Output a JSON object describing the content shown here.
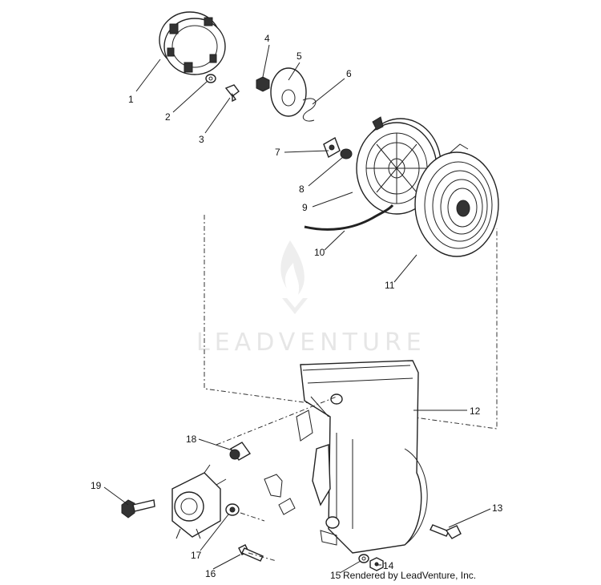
{
  "diagram": {
    "callouts": [
      {
        "id": "c1",
        "number": "1"
      },
      {
        "id": "c2",
        "number": "2"
      },
      {
        "id": "c3",
        "number": "3"
      },
      {
        "id": "c4",
        "number": "4"
      },
      {
        "id": "c5",
        "number": "5"
      },
      {
        "id": "c6",
        "number": "6"
      },
      {
        "id": "c7",
        "number": "7"
      },
      {
        "id": "c8",
        "number": "8"
      },
      {
        "id": "c9",
        "number": "9"
      },
      {
        "id": "c10",
        "number": "10"
      },
      {
        "id": "c11",
        "number": "11"
      },
      {
        "id": "c12",
        "number": "12"
      },
      {
        "id": "c13",
        "number": "13"
      },
      {
        "id": "c14",
        "number": "14"
      },
      {
        "id": "c15",
        "number": "15"
      },
      {
        "id": "c16",
        "number": "16"
      },
      {
        "id": "c17",
        "number": "17"
      },
      {
        "id": "c18",
        "number": "18"
      },
      {
        "id": "c19",
        "number": "19"
      }
    ],
    "watermark": "LEADVENTURE",
    "credit": "Rendered by LeadVenture, Inc."
  }
}
